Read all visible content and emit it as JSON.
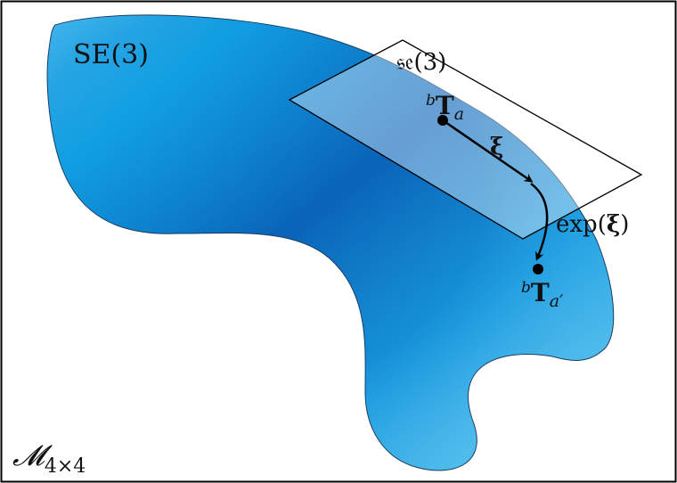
{
  "diagram": {
    "ambient_space_label": "𝓜",
    "ambient_space_subscript": "4×4",
    "manifold_label": "SE(3)",
    "tangent_plane_label": "𝔰𝔢(3)",
    "start_point": {
      "superscript": "b",
      "symbol": "T",
      "subscript": "a"
    },
    "end_point": {
      "superscript": "b",
      "symbol": "T",
      "subscript": "a′"
    },
    "tangent_vector_label": "ξ",
    "exp_map_label": {
      "prefix": "exp(",
      "arg": "ξ",
      "suffix": ")"
    },
    "colors": {
      "manifold_light": "#9fd6f2",
      "manifold_mid": "#12a6e8",
      "manifold_dark": "#0a63b8",
      "plane_fill": "#ffffff",
      "outline": "#000000"
    }
  }
}
